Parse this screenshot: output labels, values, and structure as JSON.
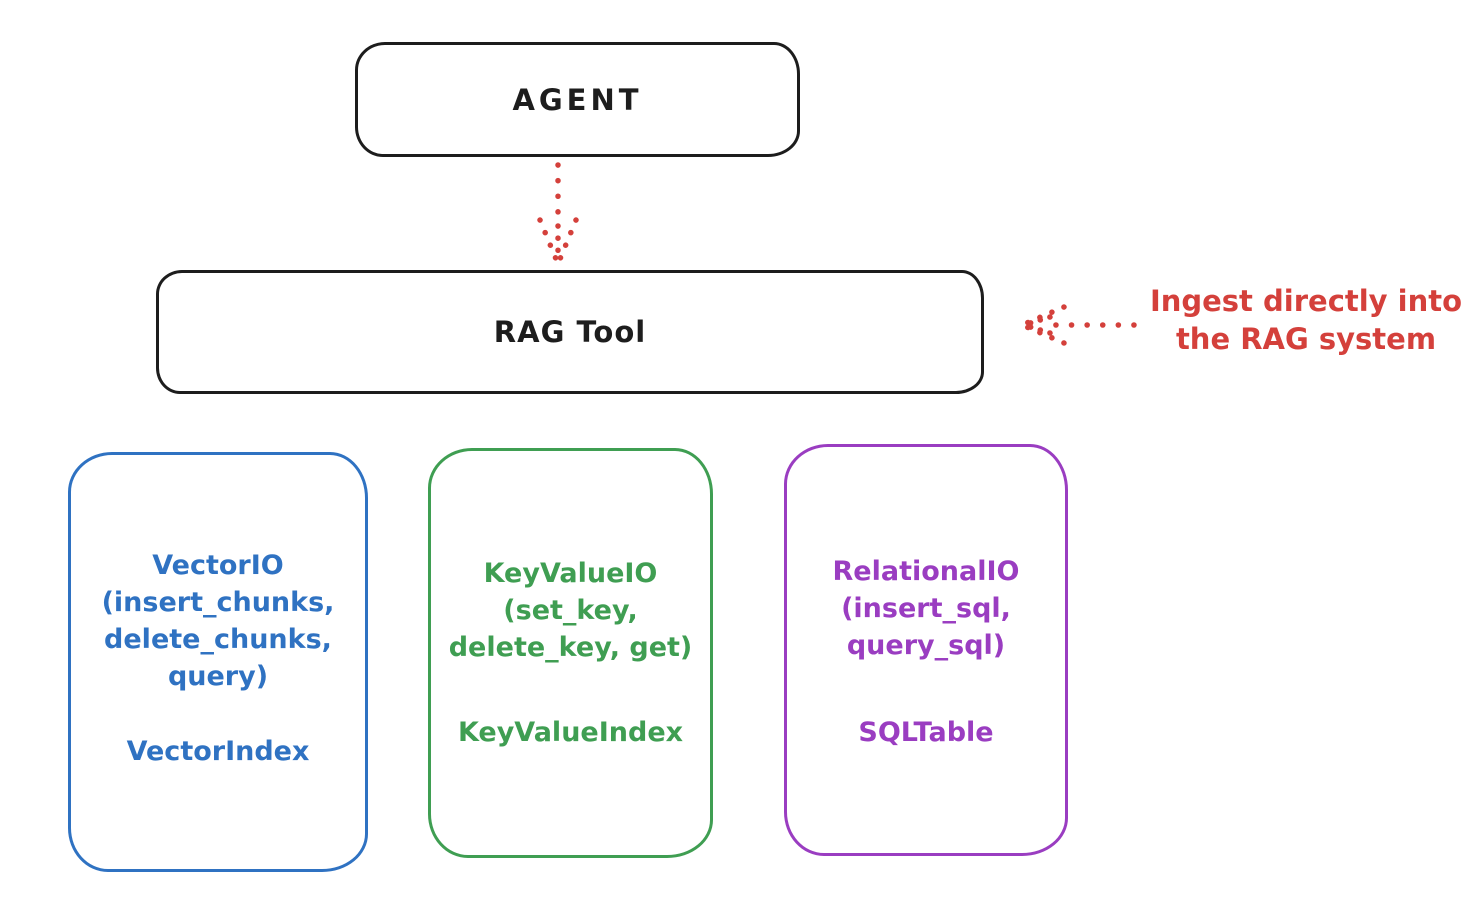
{
  "nodes": {
    "agent": {
      "label": "AGENT"
    },
    "rag_tool": {
      "label": "RAG Tool"
    },
    "io_boxes": [
      {
        "name": "vector-io",
        "color": "#2f72c2",
        "lines": [
          "VectorIO",
          "(insert_chunks,",
          "delete_chunks,",
          "query)"
        ],
        "index_label": "VectorIndex"
      },
      {
        "name": "keyvalue-io",
        "color": "#3f9e52",
        "lines": [
          "KeyValueIO",
          "(set_key,",
          "delete_key, get)"
        ],
        "index_label": "KeyValueIndex"
      },
      {
        "name": "relational-io",
        "color": "#9a3dc1",
        "lines": [
          "RelationalIO",
          "(insert_sql,",
          "query_sql)"
        ],
        "index_label": "SQLTable"
      }
    ]
  },
  "annotation": {
    "line1": "Ingest directly into",
    "line2": "the RAG system",
    "color": "#d4403b"
  },
  "arrows": [
    {
      "name": "agent-to-rag-tool",
      "style": "dotted",
      "color": "#d4403b",
      "direction": "down"
    },
    {
      "name": "ingest-annotation-to-rag-tool",
      "style": "dotted",
      "color": "#d4403b",
      "direction": "left"
    }
  ],
  "colors": {
    "outline": "#1d1d1d",
    "background": "#ffffff",
    "red": "#d4403b",
    "blue": "#2f72c2",
    "green": "#3f9e52",
    "purple": "#9a3dc1"
  }
}
